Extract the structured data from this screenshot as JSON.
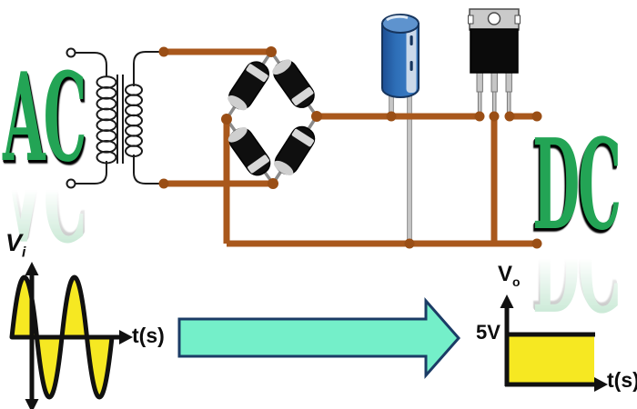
{
  "labels": {
    "ac": "AC",
    "dc": "DC"
  },
  "waveforms": {
    "input": {
      "axis_label_main": "V",
      "axis_label_sub": "i",
      "time_label": "t(s)",
      "shape": "sine",
      "cycles": 2
    },
    "output": {
      "axis_label_main": "V",
      "axis_label_sub": "o",
      "time_label": "t(s)",
      "level_label": "5V",
      "shape": "constant-dc"
    }
  },
  "chart_data": [
    {
      "type": "line",
      "title": "input waveform",
      "xlabel": "t(s)",
      "ylabel": "Vi",
      "description": "sine wave, 2 full cycles, lobes filled yellow, axes unlabeled numerically"
    },
    {
      "type": "area",
      "title": "output waveform",
      "xlabel": "t(s)",
      "ylabel": "Vo",
      "y_level_label": "5V",
      "description": "constant DC level at 5V, area under level filled yellow"
    }
  ],
  "colors": {
    "wire": "#A9581C",
    "junction": "#9A4E15",
    "label_green": "#23A455",
    "waveform_yellow": "#F6E822",
    "arrow_fill": "#74EFC9",
    "arrow_outline": "#1B3C66",
    "capacitor_body": "#2E6FB8",
    "diode_body": "#0F0F0F",
    "diode_band": "#D8D8D8",
    "lead_gray": "#C6C6C6"
  }
}
